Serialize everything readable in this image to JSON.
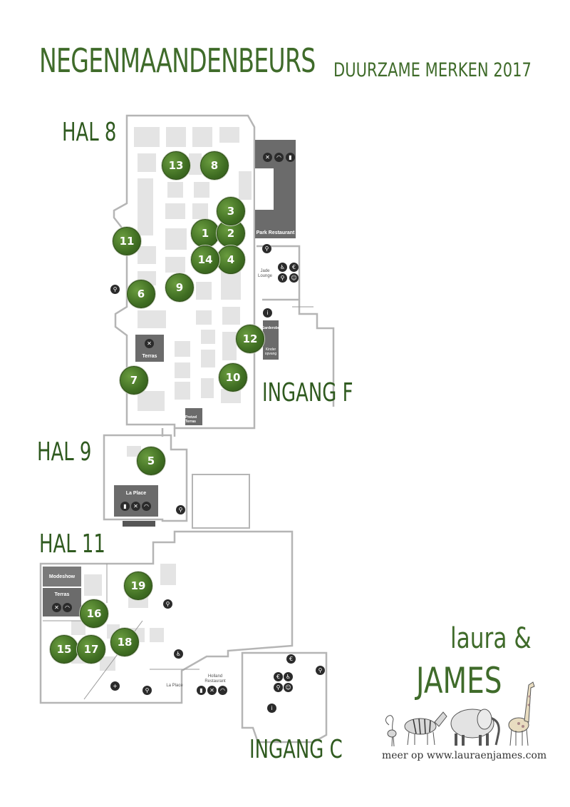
{
  "header": {
    "title": "NEGENMAANDENBEURS",
    "subtitle": "DUURZAME MERKEN 2017"
  },
  "halls": {
    "hal8": "HAL 8",
    "hal9": "HAL 9",
    "hal11": "HAL 11"
  },
  "entrances": {
    "f": "INGANG F",
    "c": "INGANG C"
  },
  "stands": [
    "1",
    "2",
    "3",
    "4",
    "5",
    "6",
    "7",
    "8",
    "9",
    "10",
    "11",
    "12",
    "13",
    "14",
    "15",
    "16",
    "17",
    "18",
    "19"
  ],
  "venues": {
    "park_restaurant": "Park Restaurant",
    "terras_hal8": "Terras",
    "la_place_hal9": "La Place",
    "modeshow": "Modeshow",
    "terras_hal11": "Terras",
    "jade_lounge": "Jade Lounge",
    "garderobe": "Garderobe",
    "kinder_opvang": "Kinder opvang",
    "pretzel_terras": "Pretzel Terras",
    "holland_restaurant": "Holland Restaurant",
    "la_place_hal11": "La Place"
  },
  "icons": {
    "restaurant": "cutlery-icon",
    "wifi": "wifi-icon",
    "coffee": "coffee-icon",
    "toilet": "toilet-icon",
    "info": "info-icon",
    "euro": "euro-icon",
    "wheelchair": "wheelchair-icon",
    "first_aid": "first-aid-icon",
    "baby": "baby-icon"
  },
  "brand": {
    "line1": "laura &",
    "line2": "JAMES",
    "website": "meer op www.lauraenjames.com"
  },
  "colors": {
    "accent_green": "#3f6b2a",
    "stand_green": "#4a7a2a",
    "dark_block": "#6b6b6b",
    "floor_grey": "#e6e6e6"
  }
}
